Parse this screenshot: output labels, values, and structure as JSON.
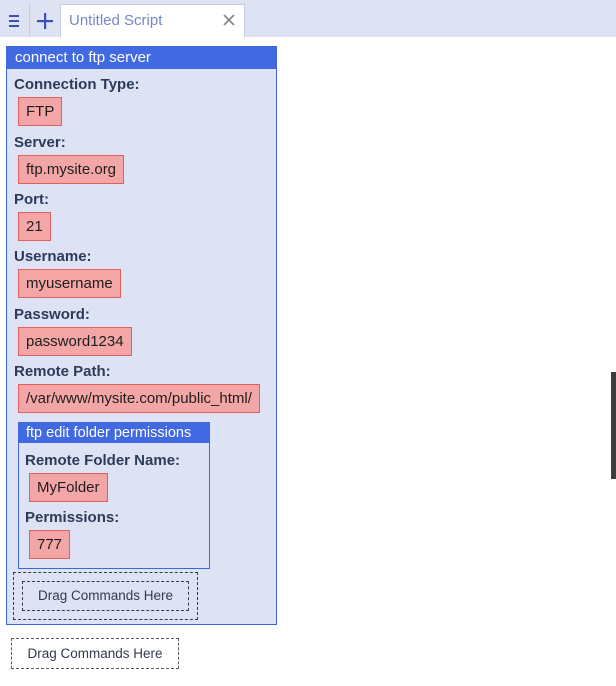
{
  "tabbar": {
    "tab_title": "Untitled Script",
    "menu_icon": "hamburger-menu-icon",
    "add_icon": "plus-icon",
    "close_icon": "close-icon"
  },
  "block": {
    "title": "connect to ftp server",
    "fields": [
      {
        "label": "Connection Type:",
        "value": "FTP"
      },
      {
        "label": "Server:",
        "value": "ftp.mysite.org"
      },
      {
        "label": "Port:",
        "value": "21"
      },
      {
        "label": "Username:",
        "value": "myusername"
      },
      {
        "label": "Password:",
        "value": "password1234"
      },
      {
        "label": "Remote Path:",
        "value": "/var/www/mysite.com/public_html/"
      }
    ],
    "inner": {
      "title": "ftp edit folder permissions",
      "fields": [
        {
          "label": "Remote Folder Name:",
          "value": "MyFolder"
        },
        {
          "label": "Permissions:",
          "value": "777"
        }
      ],
      "drop_label": "Drag Commands Here"
    }
  },
  "drop_label": "Drag Commands Here",
  "colors": {
    "accent": "#4169e1",
    "block_bg": "#dde3f5",
    "value_bg": "#f4a6a6",
    "value_border": "#e06060"
  }
}
